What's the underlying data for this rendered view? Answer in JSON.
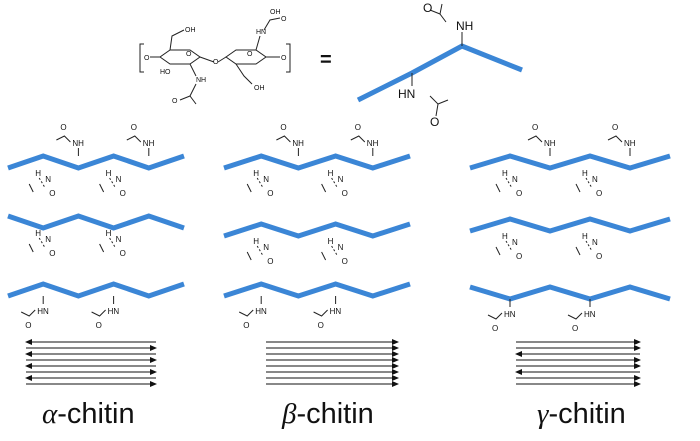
{
  "chain_color": "#3b86d6",
  "monomer": {
    "equals": "=",
    "atoms": {
      "ho": "HO",
      "oh": "OH",
      "nh": "NH",
      "hn": "HN",
      "o": "O"
    }
  },
  "repeat_unit": {
    "nh_top": "NH",
    "hn_bottom": "HN",
    "o": "O"
  },
  "panels": [
    {
      "greek": "α",
      "suffix": "-chitin",
      "arrangement": "antiparallel",
      "arrows": [
        "left",
        "right",
        "left",
        "right",
        "left",
        "right",
        "left",
        "right"
      ]
    },
    {
      "greek": "β",
      "suffix": "-chitin",
      "arrangement": "parallel",
      "arrows": [
        "right",
        "right",
        "right",
        "right",
        "right",
        "right",
        "right",
        "right"
      ]
    },
    {
      "greek": "γ",
      "suffix": "-chitin",
      "arrangement": "two parallel, one antiparallel",
      "arrows": [
        "right",
        "right",
        "left",
        "right",
        "right",
        "left",
        "right",
        "right"
      ]
    }
  ]
}
